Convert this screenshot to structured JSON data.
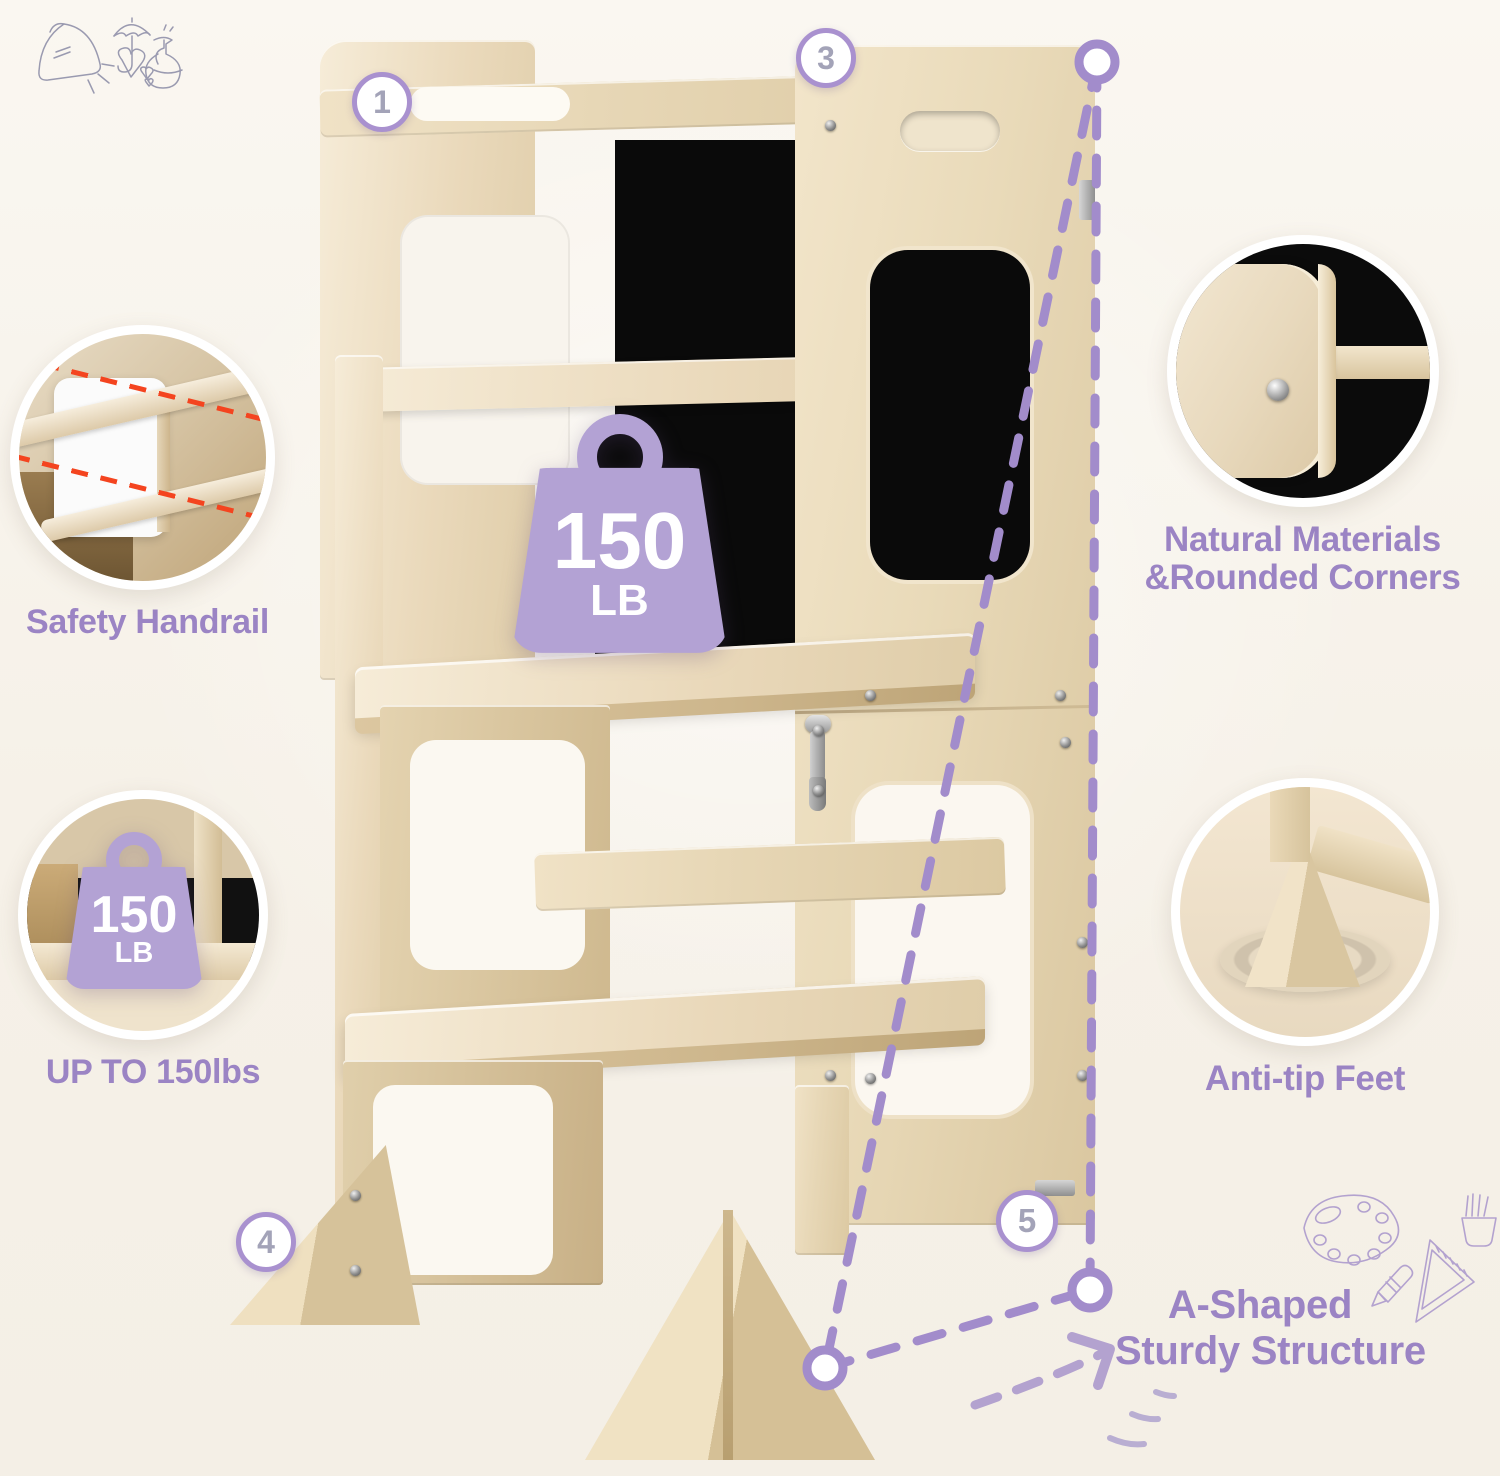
{
  "page": {
    "background_color": "#f8f4ed",
    "accent_purple": "#9b84c4",
    "marker_ring_color": "#a991cf",
    "weight_badge_color": "#b3a2d4",
    "dash_red_color": "#f4441f",
    "chalkboard_color": "#0a0a0a"
  },
  "callouts": [
    {
      "id": "safety-handrail",
      "label": "Safety Handrail",
      "scene": "handrail-closeup-with-red-dashed-guides"
    },
    {
      "id": "weight-capacity",
      "label": "UP TO 150lbs",
      "scene": "shelf-closeup-with-weight-badge",
      "badge": {
        "value": "150",
        "unit": "LB"
      }
    },
    {
      "id": "natural-materials",
      "label": "Natural Materials\n&Rounded Corners",
      "label_line1": "Natural Materials",
      "label_line2": "&Rounded Corners",
      "scene": "rounded-plywood-corner-with-screw"
    },
    {
      "id": "anti-tip-feet",
      "label": "Anti-tip Feet",
      "scene": "a-shaped-wooden-foot-on-floor"
    },
    {
      "id": "a-shaped-structure",
      "label_line1": "A-Shaped",
      "label_line2": "Sturdy Structure",
      "scene": "dashed-triangle-outline-over-product"
    }
  ],
  "center_badge": {
    "value": "150",
    "unit": "LB"
  },
  "markers": [
    {
      "number": "1",
      "target": "upper-safety-handrail"
    },
    {
      "number": "3",
      "target": "side-panel-carry-handle"
    },
    {
      "number": "4",
      "target": "front-anti-tip-foot"
    },
    {
      "number": "5",
      "target": "rear-anti-tip-foot"
    }
  ],
  "doodles": [
    {
      "name": "lamp-doodle",
      "position": "top-left"
    },
    {
      "name": "umbrella-doodle",
      "position": "top-left"
    },
    {
      "name": "heart-doodle",
      "position": "top-left"
    },
    {
      "name": "flask-doodle",
      "position": "top-left"
    },
    {
      "name": "paint-palette-doodle",
      "position": "bottom-right"
    },
    {
      "name": "pencil-cup-doodle",
      "position": "bottom-right"
    },
    {
      "name": "pencil-doodle",
      "position": "bottom-right"
    },
    {
      "name": "triangle-ruler-doodle",
      "position": "bottom-right"
    }
  ],
  "product": {
    "name": "wooden-kitchen-step-stool-learning-tower",
    "features": [
      "adjustable-platform",
      "chalkboard-panel",
      "carry-handle-cutout",
      "safety-handrail",
      "anti-tip-feet",
      "metal-latch"
    ]
  }
}
